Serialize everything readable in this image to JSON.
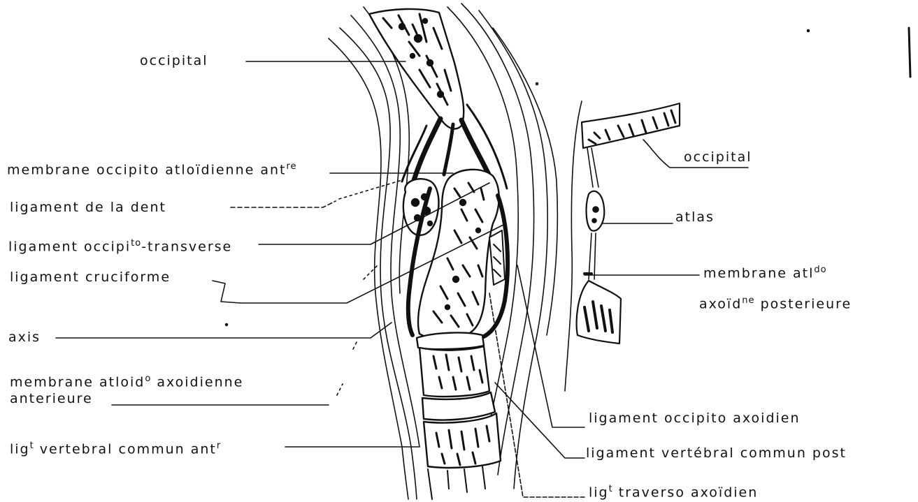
{
  "colors": {
    "ink": "#111111",
    "paper": "#ffffff"
  },
  "figure_main": {
    "labels": {
      "occipital": "occipital",
      "membrane_ant": "membrane occipito atloïdienne ant",
      "membrane_ant_sup": "re",
      "lig_dent": "ligament de la  dent",
      "lig_occ_trans_a": "ligament occipi",
      "lig_occ_trans_sup": "to",
      "lig_occ_trans_b": "-transverse",
      "lig_cruciforme": "ligament  cruciforme",
      "axis": "axis",
      "membrane_atloid_1": "membrane atloid",
      "membrane_atloid_sup": "o",
      "membrane_atloid_2": " axoidienne",
      "membrane_atloid_line2": "anterieure",
      "lig_vert_ant_a": "lig",
      "lig_vert_ant_sup1": "t",
      "lig_vert_ant_b": " vertebral  commun  ant",
      "lig_vert_ant_sup2": "r",
      "lig_occ_axoidien": "ligament occipito  axoidien",
      "lig_vert_post": "ligament  vertébral  commun  post",
      "lig_traverso_a": "lig",
      "lig_traverso_sup": "t",
      "lig_traverso_b": " traverso  axoïdien"
    }
  },
  "figure_side": {
    "labels": {
      "occipital": "occipital",
      "atlas": "atlas",
      "membrane_post_a": "membrane  atl",
      "membrane_post_sup1": "do",
      "membrane_post_b": "axoïd",
      "membrane_post_sup2": "ne",
      "membrane_post_c": "  posterieure"
    }
  }
}
